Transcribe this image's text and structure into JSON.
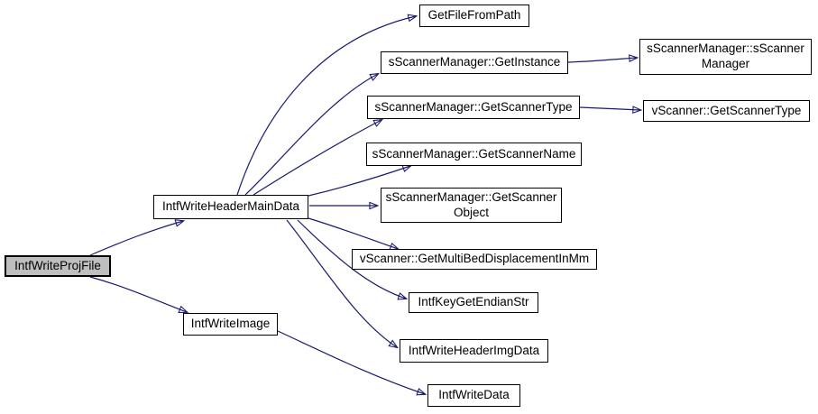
{
  "colors": {
    "background": "#ffffff",
    "edge": "#191970",
    "node_border": "#000000",
    "node_fill": "#ffffff",
    "root_node_fill": "#bfbfbf",
    "text": "#000000"
  },
  "nodes": [
    {
      "id": "IntfWriteProjFile",
      "type": "root",
      "lines": [
        "IntfWriteProjFile"
      ]
    },
    {
      "id": "IntfWriteHeaderMainData",
      "type": "function",
      "lines": [
        "IntfWriteHeaderMainData"
      ]
    },
    {
      "id": "IntfWriteImage",
      "type": "function",
      "lines": [
        "IntfWriteImage"
      ]
    },
    {
      "id": "GetFileFromPath",
      "type": "function",
      "lines": [
        "GetFileFromPath"
      ]
    },
    {
      "id": "sScannerManager::GetInstance",
      "type": "function",
      "lines": [
        "sScannerManager::GetInstance"
      ]
    },
    {
      "id": "sScannerManager::GetScannerType",
      "type": "function",
      "lines": [
        "sScannerManager::GetScannerType"
      ]
    },
    {
      "id": "sScannerManager::GetScannerName",
      "type": "function",
      "lines": [
        "sScannerManager::GetScannerName"
      ]
    },
    {
      "id": "sScannerManager::GetScannerObject",
      "type": "function",
      "lines": [
        "sScannerManager::GetScanner",
        "Object"
      ]
    },
    {
      "id": "vScanner::GetMultiBedDisplacementInMm",
      "type": "function",
      "lines": [
        "vScanner::GetMultiBedDisplacementInMm"
      ]
    },
    {
      "id": "IntfKeyGetEndianStr",
      "type": "function",
      "lines": [
        "IntfKeyGetEndianStr"
      ]
    },
    {
      "id": "IntfWriteHeaderImgData",
      "type": "function",
      "lines": [
        "IntfWriteHeaderImgData"
      ]
    },
    {
      "id": "IntfWriteData",
      "type": "function",
      "lines": [
        "IntfWriteData"
      ]
    },
    {
      "id": "sScannerManager::sScannerManager",
      "type": "function",
      "lines": [
        "sScannerManager::sScanner",
        "Manager"
      ]
    },
    {
      "id": "vScanner::GetScannerType",
      "type": "function",
      "lines": [
        "vScanner::GetScannerType"
      ]
    }
  ],
  "edges": [
    {
      "from": "IntfWriteProjFile",
      "to": "IntfWriteHeaderMainData"
    },
    {
      "from": "IntfWriteProjFile",
      "to": "IntfWriteImage"
    },
    {
      "from": "IntfWriteHeaderMainData",
      "to": "GetFileFromPath"
    },
    {
      "from": "IntfWriteHeaderMainData",
      "to": "sScannerManager::GetInstance"
    },
    {
      "from": "IntfWriteHeaderMainData",
      "to": "sScannerManager::GetScannerType"
    },
    {
      "from": "IntfWriteHeaderMainData",
      "to": "sScannerManager::GetScannerName"
    },
    {
      "from": "IntfWriteHeaderMainData",
      "to": "sScannerManager::GetScannerObject"
    },
    {
      "from": "IntfWriteHeaderMainData",
      "to": "vScanner::GetMultiBedDisplacementInMm"
    },
    {
      "from": "IntfWriteHeaderMainData",
      "to": "IntfKeyGetEndianStr"
    },
    {
      "from": "IntfWriteHeaderMainData",
      "to": "IntfWriteHeaderImgData"
    },
    {
      "from": "IntfWriteImage",
      "to": "IntfWriteData"
    },
    {
      "from": "sScannerManager::GetInstance",
      "to": "sScannerManager::sScannerManager"
    },
    {
      "from": "sScannerManager::GetScannerType",
      "to": "vScanner::GetScannerType"
    }
  ]
}
